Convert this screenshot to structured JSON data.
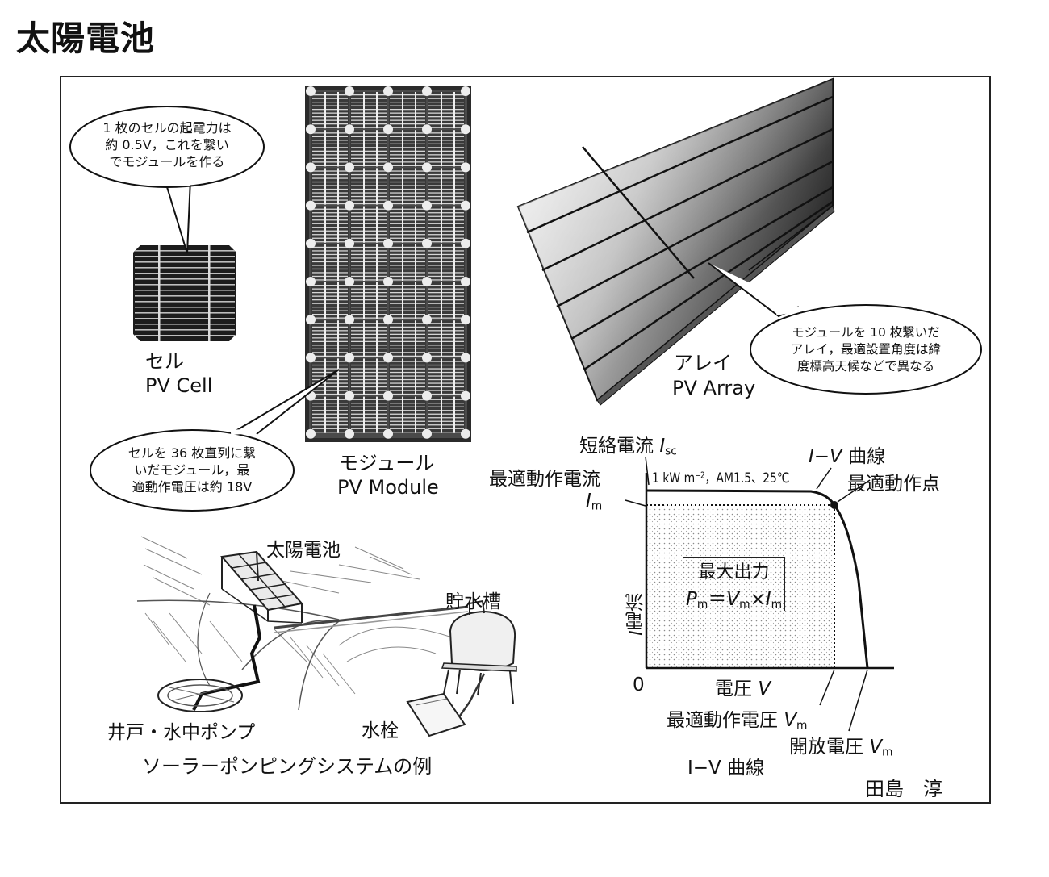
{
  "page": {
    "title": "太陽電池"
  },
  "cell": {
    "label_ja": "セル",
    "label_en": "PV Cell",
    "callout": [
      "1 枚のセルの起電力は",
      "約 0.5V，これを繋い",
      "でモジュールを作る"
    ]
  },
  "module": {
    "label_ja": "モジュール",
    "label_en": "PV Module",
    "callout": [
      "セルを 36 枚直列に繋",
      "いだモジュール，最",
      "適動作電圧は約 18V"
    ]
  },
  "array": {
    "label_ja": "アレイ",
    "label_en": "PV Array",
    "callout": [
      "モジュールを 10 枚繋いだ",
      "アレイ，最適設置角度は緯",
      "度標高天候などで異なる"
    ]
  },
  "pumping": {
    "solar_label": "太陽電池",
    "tank_label": "貯水槽",
    "well_label": "井戸・水中ポンプ",
    "faucet_label": "水栓",
    "caption": "ソーラーポンピングシステムの例"
  },
  "iv": {
    "isc_label": "短絡電流 ",
    "isc_sym": "I",
    "isc_sub": "sc",
    "curve_label_sym": "I−V",
    "curve_label": " 曲線",
    "opt_current_label": "最適動作電流",
    "im_sym": "I",
    "im_sub": "m",
    "condition_a": "1 kW m",
    "condition_sup": "−2",
    "condition_b": "，AM1.5、25℃",
    "opt_point_label": "最適動作点",
    "ylabel": "電流 ",
    "ylabel_sym": "I",
    "max_power_label": "最大出力",
    "pm_sym": "P",
    "pm_sub": "m",
    "eq": "＝",
    "vm_sym": "V",
    "vm_sub": "m",
    "times": "×",
    "im2_sym": "I",
    "im2_sub": "m",
    "origin": "0",
    "xlabel": "電圧 ",
    "xlabel_sym": "V",
    "opt_voltage_label": "最適動作電圧 ",
    "opt_voltage_sym": "V",
    "opt_voltage_sub": "m",
    "voc_label": "開放電圧 ",
    "voc_sym": "V",
    "voc_sub": "m",
    "caption": "I−V 曲線"
  },
  "author": "田島　淳"
}
